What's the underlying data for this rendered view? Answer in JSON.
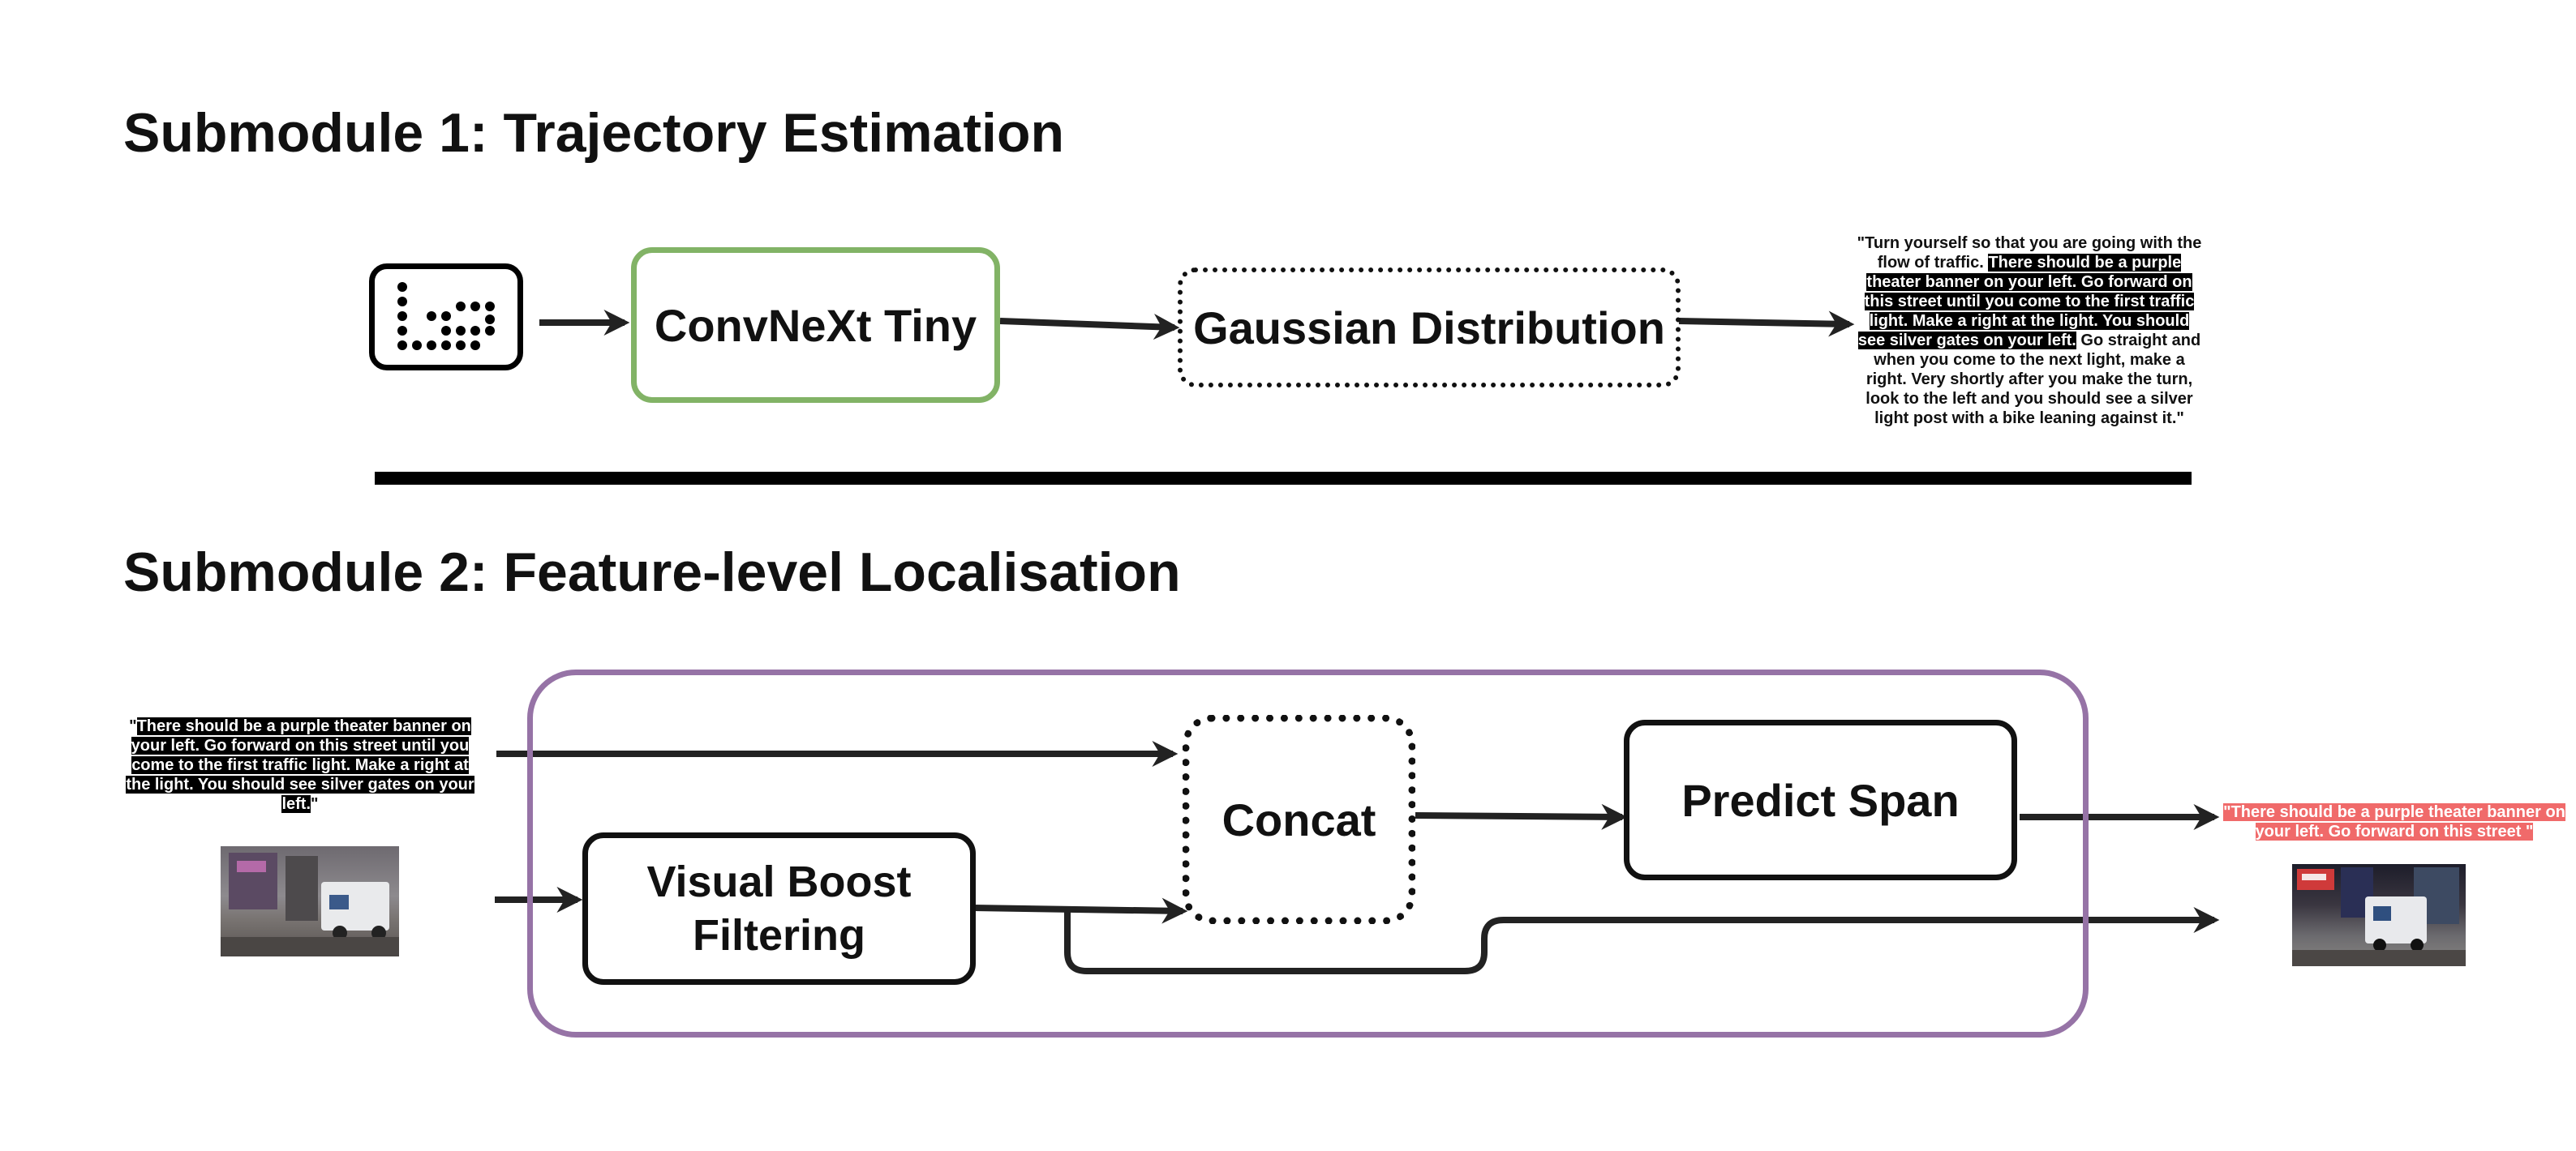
{
  "submodule1": {
    "title": "Submodule 1: Trajectory Estimation",
    "boxes": {
      "convnext": "ConvNeXt Tiny",
      "gaussian": "Gaussian Distribution"
    },
    "instruction": {
      "before": "\"Turn yourself so that you are going with the flow of traffic. ",
      "highlighted": "There should be a purple theater banner on your left. Go forward on this street until you come to the first traffic light. Make a right at the light. You should see silver gates on your left.",
      "after": " Go straight and when you come to the next light, make a right. Very shortly after you make the turn, look to the left and you should see a silver light post with a bike leaning against it.\""
    }
  },
  "submodule2": {
    "title": "Submodule 2: Feature-level Localisation",
    "input_text": {
      "open_quote": "\"",
      "highlighted": "There should be a purple theater banner on your left. Go forward on this street until you come to the first traffic light. Make a right at the light. You should see silver gates on your left.",
      "close_quote": "\""
    },
    "boxes": {
      "visual_boost": "Visual Boost Filtering",
      "concat": "Concat",
      "predict_span": "Predict Span"
    },
    "output_text": "\"There should be a purple theater banner on your left. Go forward on this street \""
  },
  "colors": {
    "convnext_border": "#82b366",
    "module_border": "#9673a6",
    "output_highlight": "#f06a6a",
    "text_highlight": "#000000"
  }
}
